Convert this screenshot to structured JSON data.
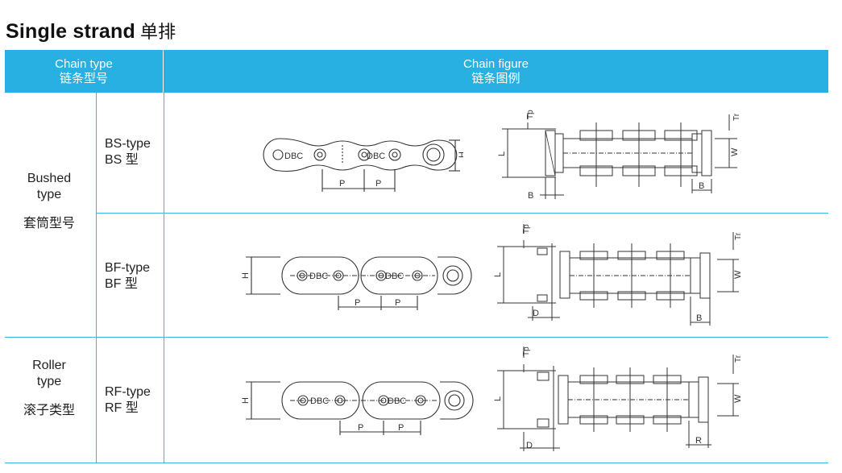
{
  "title": {
    "en": "Single strand",
    "cn": "单排"
  },
  "header": {
    "chain_type": {
      "en": "Chain type",
      "cn": "链条型号"
    },
    "chain_figure": {
      "en": "Chain figure",
      "cn": "链条图例"
    }
  },
  "categories": {
    "bushed": {
      "en1": "Bushed",
      "en2": "type",
      "cn": "套筒型号"
    },
    "roller": {
      "en1": "Roller",
      "en2": "type",
      "cn": "滚子类型"
    }
  },
  "rows": [
    {
      "type_en": "BS-type",
      "type_cn": "BS 型"
    },
    {
      "type_en": "BF-type",
      "type_cn": "BF 型"
    },
    {
      "type_en": "RF-type",
      "type_cn": "RF 型"
    }
  ],
  "dims": {
    "pitch": "P",
    "height": "H",
    "length": "L",
    "width": "W",
    "tp": "Tp",
    "tr": "Tr",
    "b": "B",
    "d": "D",
    "r": "R",
    "dbc": "DBC"
  },
  "colors": {
    "header_bg": "#28b0e3",
    "line": "#3ab4e6",
    "drawing": "#333333"
  }
}
